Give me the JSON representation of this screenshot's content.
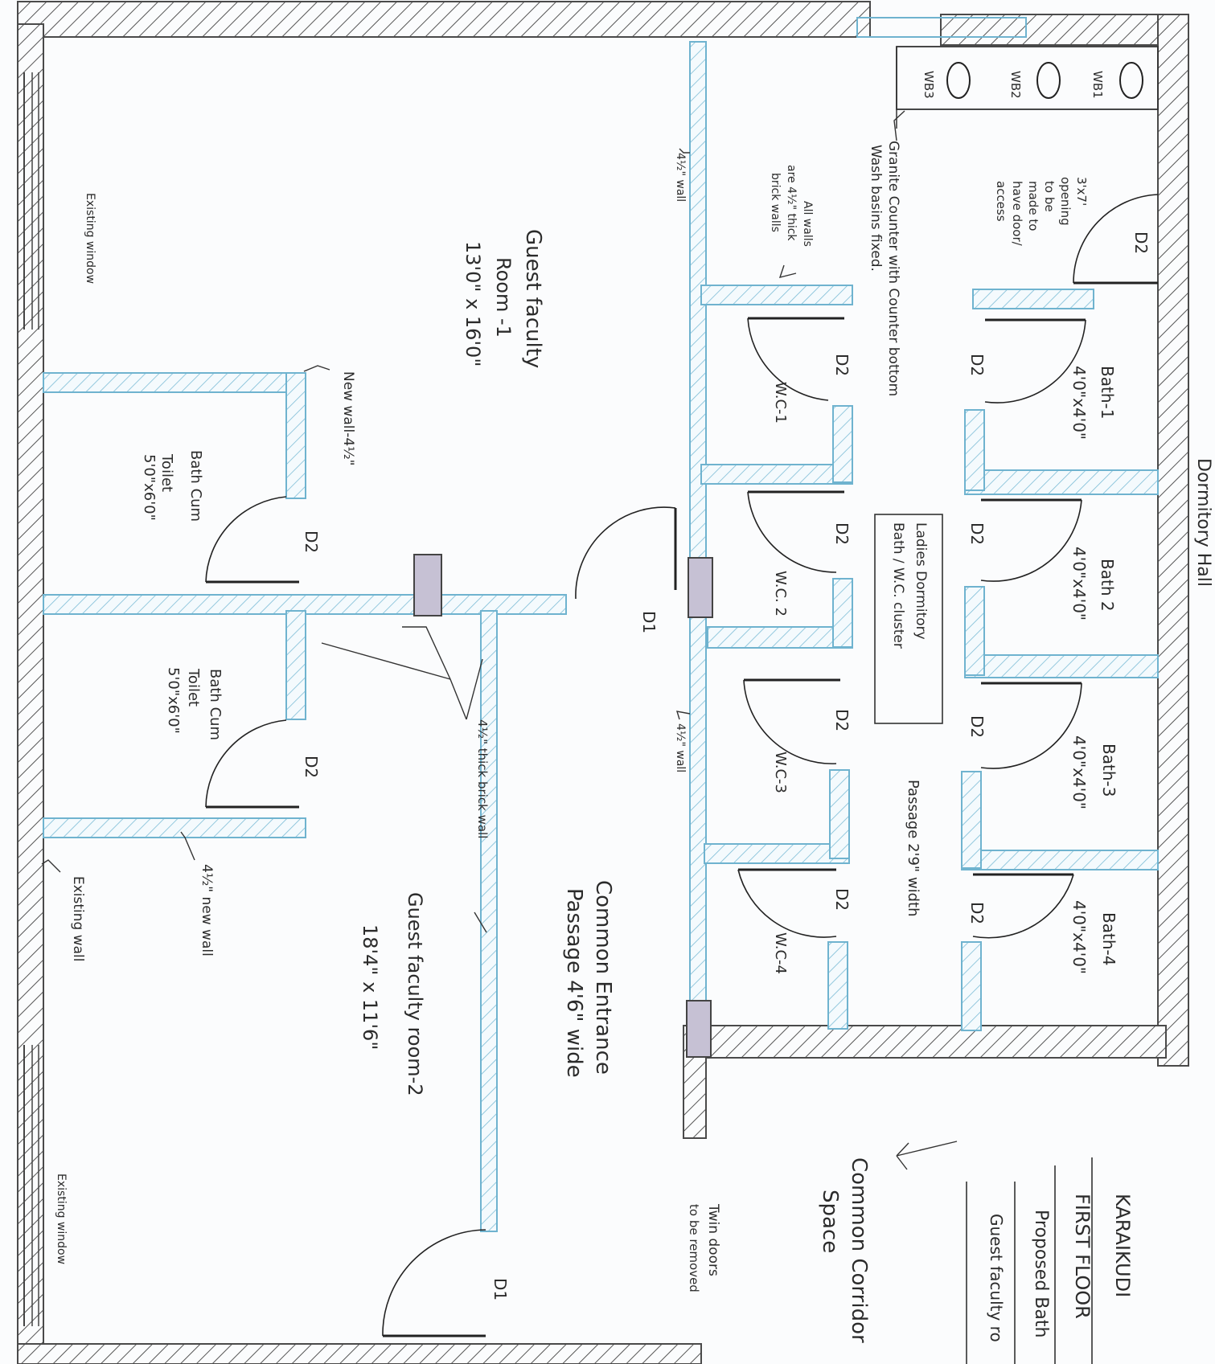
{
  "title_block": {
    "line1": "KARAIKUDI",
    "line2": "FIRST FLOOR",
    "line3": "Proposed Bath",
    "line4": "Guest faculty ro"
  },
  "rooms": {
    "bath1": {
      "name": "Bath-1",
      "size": "4'0\"x4'0\""
    },
    "bath2": {
      "name": "Bath 2",
      "size": "4'0\"x4'0\""
    },
    "bath3": {
      "name": "Bath-3",
      "size": "4'0\"x4'0\""
    },
    "bath4": {
      "name": "Bath-4",
      "size": "4'0\"x4'0\""
    },
    "wc1": "W.C-1",
    "wc2": "W.C. 2",
    "wc3": "W.C-3",
    "wc4": "W.C-4",
    "room1": {
      "name1": "Guest faculty",
      "name2": "Room -1",
      "size": "13'0\" x 16'0\""
    },
    "room2": {
      "name": "Guest faculty room-2",
      "size": "18'4\" x 11'6\""
    },
    "bath_toilet_a": {
      "name1": "Bath Cum",
      "name2": "Toilet",
      "size": "5'0\"x6'0\""
    },
    "bath_toilet_b": {
      "name1": "Bath Cum",
      "name2": "Toilet",
      "size": "5'0\"x6'0\""
    }
  },
  "doors": {
    "d1": "D1",
    "d2": "D2"
  },
  "labels": {
    "cluster1": "Ladies Dormitory",
    "cluster2": "Bath / W.C. cluster",
    "passage": "Passage 2'9\" width",
    "common_passage1": "Common Entrance",
    "common_passage2": "Passage 4'6\" wide",
    "common_space1": "Common Corridor",
    "common_space2": "Space",
    "dormitory_hall": "Dormitory Hall",
    "twin_doors1": "Twin doors",
    "twin_doors2": "to be removed",
    "granite1": "Granite Counter with Counter bottom",
    "granite2": "Wash basins fixed.",
    "opening1": "3'x7'",
    "opening2": "opening",
    "opening3": "to be",
    "opening4": "made to",
    "opening5": "have door/",
    "opening6": "access",
    "allwalls1": "All walls",
    "allwalls2": "are 4½\" thick",
    "allwalls3": "brick walls",
    "wall_4half_1": "4½\" wall",
    "wall_4half_2": "4½\" wall",
    "new_wall": "New wall-4½\"",
    "thick_brick": "4½\" thick brick wall",
    "new_wall_2": "4½\" new wall",
    "existing_wall": "Existing wall",
    "existing_window1": "Existing window",
    "existing_window2": "Existing window",
    "wb1": "WB1",
    "wb2": "WB2",
    "wb3": "WB3"
  }
}
